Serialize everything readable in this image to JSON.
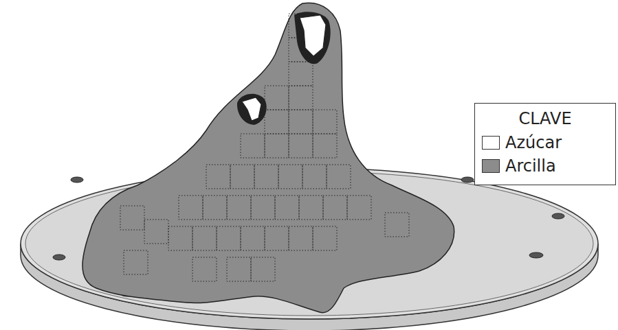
{
  "diagram": {
    "labels": [
      "CLAVE"
    ],
    "legend": [
      {
        "text": "Azúcar",
        "color": "#ffffff"
      },
      {
        "text": "Arcilla",
        "color": "#8c8c8c"
      }
    ]
  }
}
